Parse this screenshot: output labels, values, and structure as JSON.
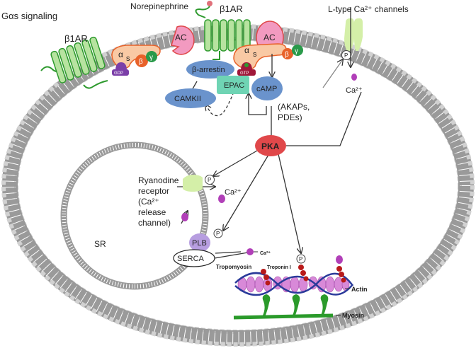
{
  "title": "Gαs signaling",
  "receptors": {
    "beta1ar_left": "β1AR",
    "beta1ar_right": "β1AR",
    "ligand": "Norepinephrine"
  },
  "gprotein": {
    "alpha": "α",
    "s": "s",
    "beta": "β",
    "gamma": "γ",
    "gdp": "GDP",
    "gtp": "GTP"
  },
  "enzymes": {
    "ac_left": "AC",
    "ac_right": "AC",
    "beta_arrestin": "β-arrestin",
    "epac": "EPAC",
    "camkii": "CAMKII",
    "camp": "cAMP",
    "akaps_line1": "(AKAPs,",
    "akaps_line2": "PDEs)",
    "pka": "PKA"
  },
  "channels": {
    "ltype_label": "L-type Ca²⁺ channels",
    "ca_ion": "Ca²⁺",
    "ryr_lines": [
      "Ryanodine",
      "receptor",
      "(Ca²⁺",
      "release",
      "channel)"
    ],
    "phospho": "P"
  },
  "sr": {
    "label": "SR",
    "plb": "PLB",
    "serca": "SERCA"
  },
  "sarcomere": {
    "tropomyosin": "Tropomyosin",
    "troponin": "Troponin I",
    "actin": "Actin",
    "myosin": "Myosin"
  },
  "colors": {
    "membrane": "#9a9a9a",
    "receptor": "#3aa83a",
    "ac": "#f29ac0",
    "galpha": "#f9c9a4",
    "beta": "#e8622a",
    "gamma": "#2a9a4a",
    "gdp": "#7b3fa8",
    "gtp": "#a0183a",
    "blue_node": "#6a93cc",
    "epac": "#6fd4b4",
    "pka": "#e0484a",
    "channel": "#d4efa8",
    "calcium": "#b13fb8",
    "plb": "#b79ee0"
  }
}
